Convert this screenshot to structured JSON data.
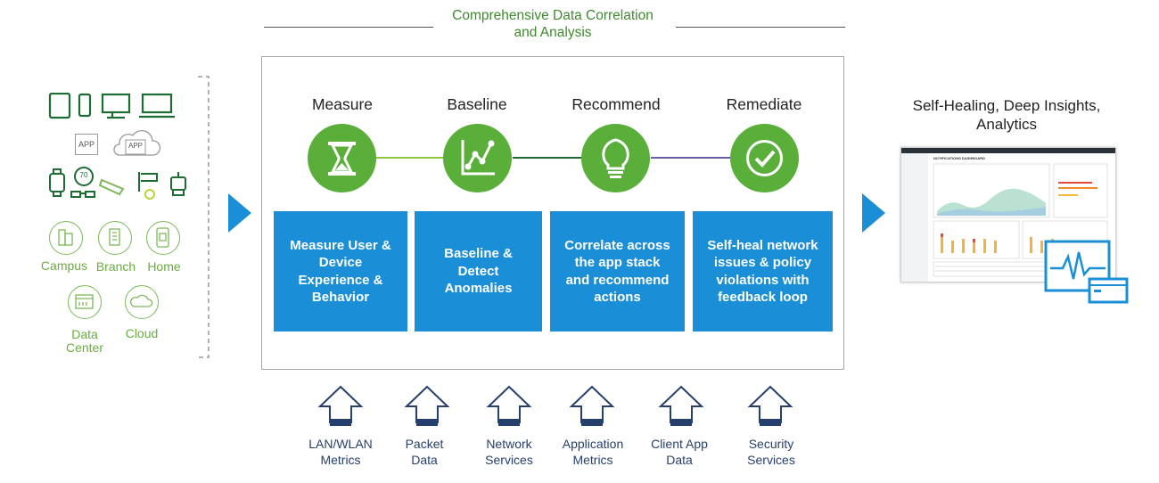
{
  "header": {
    "title_line1": "Comprehensive Data Correlation",
    "title_line2": "and Analysis"
  },
  "stages": [
    {
      "label": "Measure",
      "icon": "hourglass-icon",
      "box_lines": [
        "Measure User &",
        "Device",
        "Experience &",
        "Behavior"
      ]
    },
    {
      "label": "Baseline",
      "icon": "chart-icon",
      "box_lines": [
        "Baseline &",
        "Detect",
        "Anomalies"
      ]
    },
    {
      "label": "Recommend",
      "icon": "lightbulb-icon",
      "box_lines": [
        "Correlate across",
        "the app stack",
        "and recommend",
        "actions"
      ]
    },
    {
      "label": "Remediate",
      "icon": "checkmark-icon",
      "box_lines": [
        "Self-heal network",
        "issues & policy",
        "violations with",
        "feedback loop"
      ]
    }
  ],
  "locations": {
    "campus": "Campus",
    "branch": "Branch",
    "home": "Home",
    "datacenter_line1": "Data",
    "datacenter_line2": "Center",
    "cloud": "Cloud"
  },
  "device_badges": {
    "app1": "APP",
    "app2": "APP",
    "thermostat": "70"
  },
  "metrics": [
    {
      "line1": "LAN/WLAN",
      "line2": "Metrics"
    },
    {
      "line1": "Packet",
      "line2": "Data"
    },
    {
      "line1": "Network",
      "line2": "Services"
    },
    {
      "line1": "Application",
      "line2": "Metrics"
    },
    {
      "line1": "Client App",
      "line2": "Data"
    },
    {
      "line1": "Security",
      "line2": "Services"
    }
  ],
  "result": {
    "title_line1": "Self-Healing, Deep Insights,",
    "title_line2": "Analytics",
    "dashboard_title": "NOTIFICATIONS DASHBOARD"
  },
  "colors": {
    "green": "#5aae3a",
    "blue": "#1a8fd8",
    "navy": "#26406d",
    "dark_green": "#1e6b34"
  }
}
